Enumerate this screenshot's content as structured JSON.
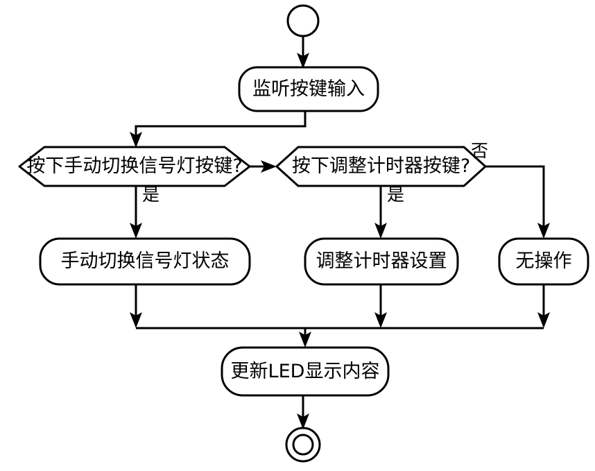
{
  "diagram": {
    "type": "flowchart",
    "orientation": "top-to-bottom",
    "language": "zh-CN",
    "background_color": "#ffffff",
    "line_color": "#000000",
    "nodes": [
      {
        "id": "start",
        "shape": "start-circle",
        "label": ""
      },
      {
        "id": "listen",
        "shape": "rounded-rect",
        "label": "监听按键输入"
      },
      {
        "id": "decide1",
        "shape": "hexagon",
        "label": "按下手动切换信号灯按键?"
      },
      {
        "id": "decide2",
        "shape": "hexagon",
        "label": "按下调整计时器按键?"
      },
      {
        "id": "action1",
        "shape": "rounded-rect",
        "label": "手动切换信号灯状态"
      },
      {
        "id": "action2",
        "shape": "rounded-rect",
        "label": "调整计时器设置"
      },
      {
        "id": "action3",
        "shape": "rounded-rect",
        "label": "无操作"
      },
      {
        "id": "update",
        "shape": "rounded-rect",
        "label": "更新LED显示内容"
      },
      {
        "id": "end",
        "shape": "end-double-circle",
        "label": ""
      }
    ],
    "edge_labels": {
      "yes_1": "是",
      "yes_2": "是",
      "no_2": "否"
    },
    "edges": [
      {
        "from": "start",
        "to": "listen",
        "label": ""
      },
      {
        "from": "listen",
        "to": "decide1",
        "label": ""
      },
      {
        "from": "decide1",
        "to": "decide2",
        "label": ""
      },
      {
        "from": "decide1",
        "to": "action1",
        "label": "是"
      },
      {
        "from": "decide2",
        "to": "action2",
        "label": "是"
      },
      {
        "from": "decide2",
        "to": "action3",
        "label": "否"
      },
      {
        "from": "action1",
        "to": "update",
        "label": ""
      },
      {
        "from": "action2",
        "to": "update",
        "label": ""
      },
      {
        "from": "action3",
        "to": "update",
        "label": ""
      },
      {
        "from": "update",
        "to": "end",
        "label": ""
      }
    ]
  }
}
